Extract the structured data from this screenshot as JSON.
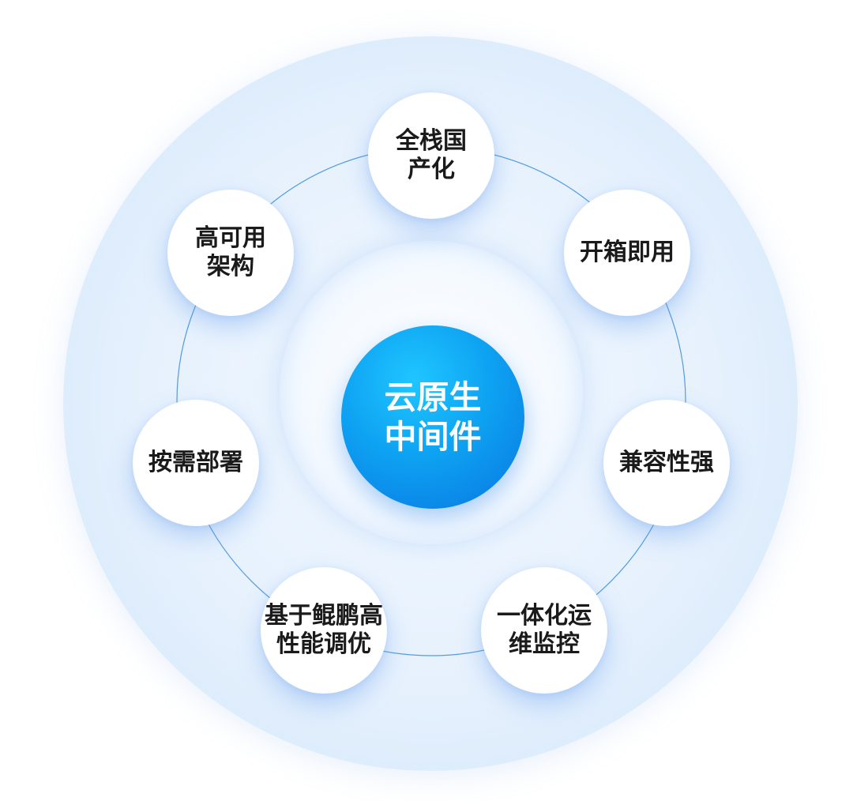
{
  "center": {
    "label": "云原生中间件",
    "color": "#0e9ff0"
  },
  "features": [
    {
      "label": "全栈国产化"
    },
    {
      "label": "开箱即用"
    },
    {
      "label": "兼容性强"
    },
    {
      "label": "一体化运维监控"
    },
    {
      "label": "基于鲲鹏高性能调优"
    },
    {
      "label": "按需部署"
    },
    {
      "label": "高可用架构"
    }
  ],
  "colors": {
    "ring_line": "#2e86d6",
    "disc": "#e6f1fd",
    "node_bg": "#ffffff",
    "node_text": "#1a1a1a"
  }
}
